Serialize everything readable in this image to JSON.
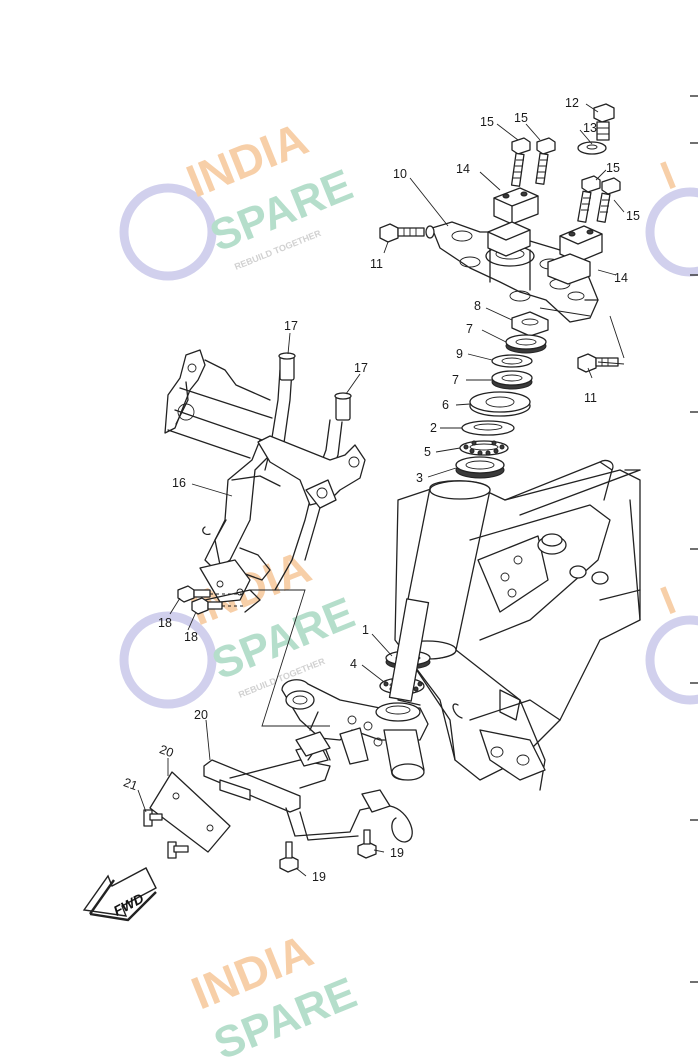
{
  "watermark": {
    "line1": "INDIA",
    "line2": "SPARE",
    "tagline": "REBUILD TOGETHER",
    "colors": {
      "india": "#f6c79a",
      "spare": "#a9d9c3",
      "tagline": "#c9c9c9",
      "emblem": "#c9c8ea"
    }
  },
  "fwd_label": "FWD",
  "callouts": {
    "c1": "1",
    "c2": "2",
    "c3": "3",
    "c4": "4",
    "c5": "5",
    "c6": "6",
    "c7a": "7",
    "c7b": "7",
    "c8": "8",
    "c9": "9",
    "c10": "10",
    "c11a": "11",
    "c11b": "11",
    "c12": "12",
    "c13": "13",
    "c14a": "14",
    "c14b": "14",
    "c15a": "15",
    "c15b": "15",
    "c15c": "15",
    "c15d": "15",
    "c16": "16",
    "c17a": "17",
    "c17b": "17",
    "c18a": "18",
    "c18b": "18",
    "c19a": "19",
    "c19b": "19",
    "c20a": "20",
    "c20b": "20",
    "c21": "21"
  }
}
